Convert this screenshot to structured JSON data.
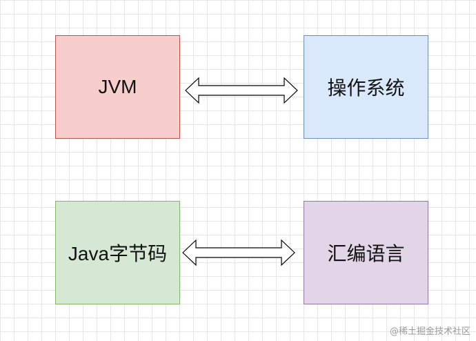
{
  "nodes": {
    "jvm": {
      "label": "JVM",
      "fill": "#f8cecc",
      "stroke": "#b85450"
    },
    "os": {
      "label": "操作系统",
      "fill": "#dae8fc",
      "stroke": "#6c8ebf"
    },
    "bytecode": {
      "label": "Java字节码",
      "fill": "#d5e8d4",
      "stroke": "#82b366"
    },
    "assembly": {
      "label": "汇编语言",
      "fill": "#e1d5e7",
      "stroke": "#9673a6"
    }
  },
  "edges": [
    {
      "from": "JVM",
      "to": "操作系统",
      "style": "double-arrow"
    },
    {
      "from": "Java字节码",
      "to": "汇编语言",
      "style": "double-arrow"
    }
  ],
  "watermark": "@稀土掘金技术社区",
  "colors": {
    "grid": "#e6e6e6",
    "arrow_stroke": "#000000",
    "arrow_fill": "#ffffff"
  }
}
